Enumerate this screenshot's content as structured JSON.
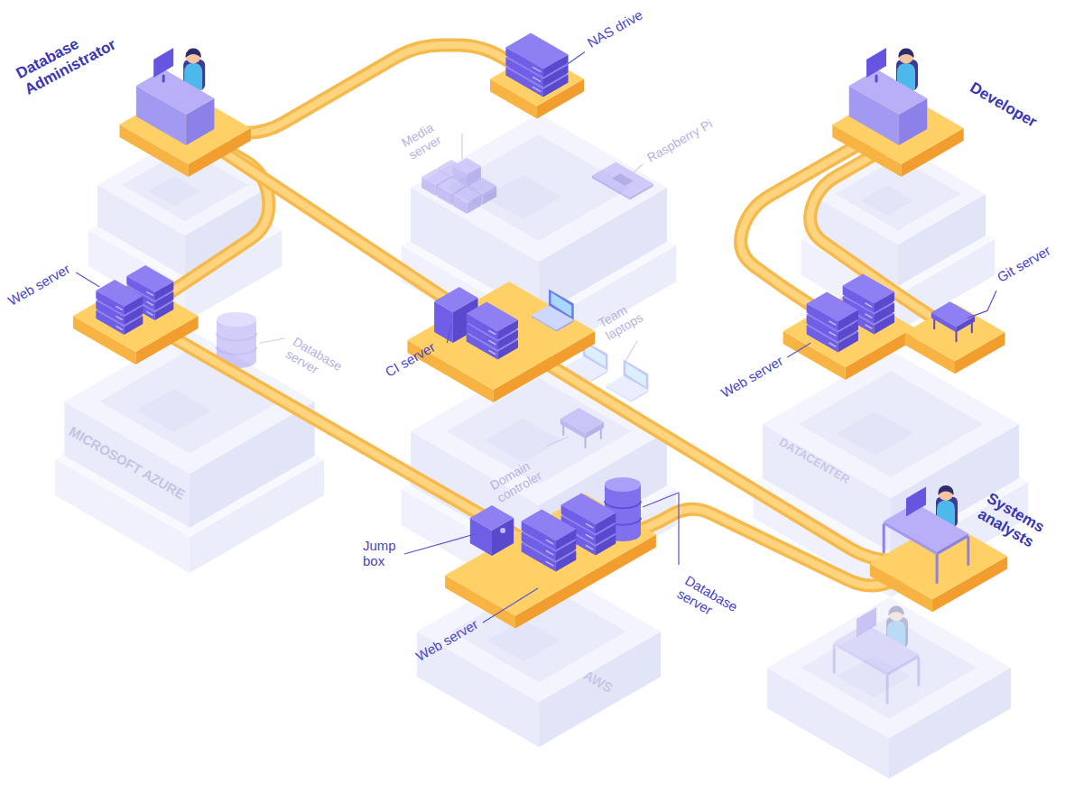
{
  "diagram": {
    "nodes": [
      {
        "text": [
          "Database Administrator"
        ]
      },
      {
        "text": [
          "NAS drive"
        ]
      },
      {
        "text": [
          "Developer"
        ]
      },
      {
        "text": [
          "Web server"
        ]
      },
      {
        "text": [
          "CI server"
        ]
      },
      {
        "text": [
          "Web server"
        ]
      },
      {
        "text": [
          "Git server"
        ]
      },
      {
        "text": [
          "Jump box",
          "Web server",
          "Database server"
        ]
      },
      {
        "text": [
          "Systems analysts"
        ]
      }
    ],
    "edges": [
      {
        "from": 0,
        "to": 1,
        "arrow": "none"
      },
      {
        "from": 0,
        "to": 3,
        "arrow": "none"
      },
      {
        "from": 0,
        "to": 4,
        "arrow": "none"
      },
      {
        "from": 4,
        "to": 8,
        "arrow": "none"
      },
      {
        "from": 2,
        "to": 5,
        "arrow": "none"
      },
      {
        "from": 2,
        "to": 6,
        "arrow": "none"
      },
      {
        "from": 3,
        "to": 7,
        "arrow": "none"
      },
      {
        "from": 7,
        "to": 8,
        "arrow": "none"
      }
    ],
    "labels": [
      "Media server",
      "Raspberry Pi",
      "Database server",
      "Team laptops",
      "MICROSOFT AZURE",
      "Domain controler",
      "DATACENTER",
      "AWS"
    ]
  }
}
